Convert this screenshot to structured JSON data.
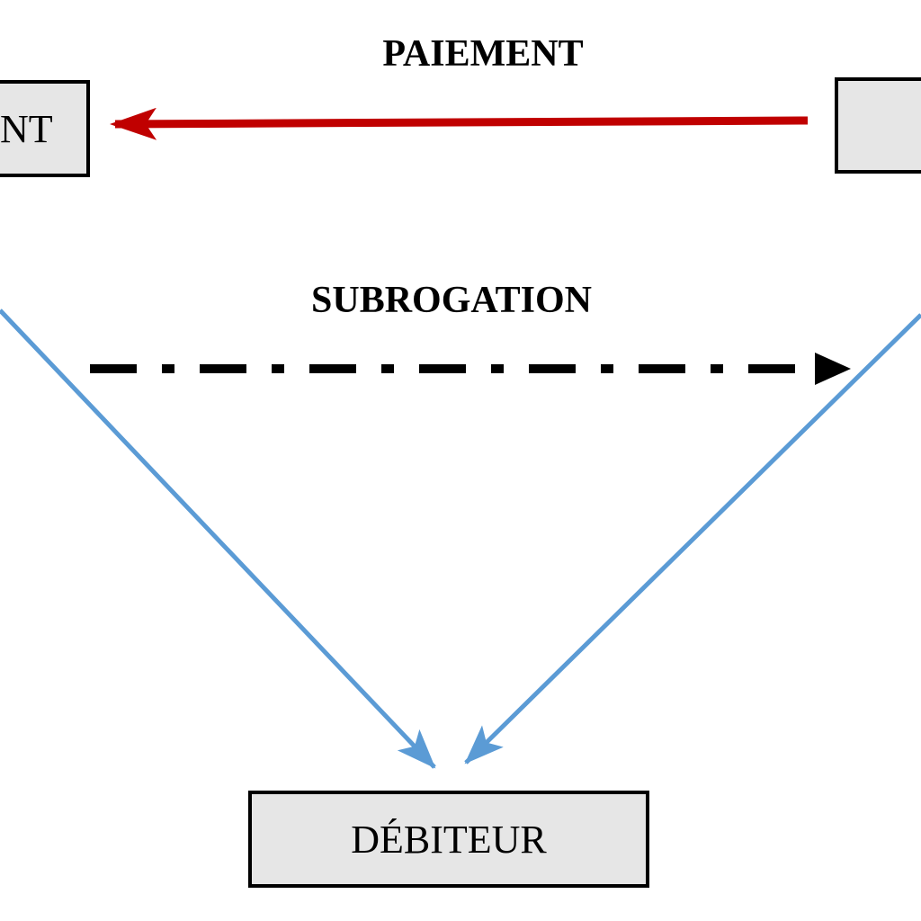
{
  "nodes": {
    "left": {
      "label": "NT"
    },
    "right": {
      "label": ""
    },
    "bottom": {
      "label": "DÉBITEUR"
    }
  },
  "edges": {
    "paiement": {
      "label": "PAIEMENT",
      "color": "#c00000",
      "style": "solid"
    },
    "subrogation": {
      "label": "SUBROGATION",
      "color": "#000000",
      "style": "dash-dot"
    },
    "left_to_bottom": {
      "color": "#5b9bd5",
      "style": "solid"
    },
    "right_to_bottom": {
      "color": "#5b9bd5",
      "style": "solid"
    }
  }
}
